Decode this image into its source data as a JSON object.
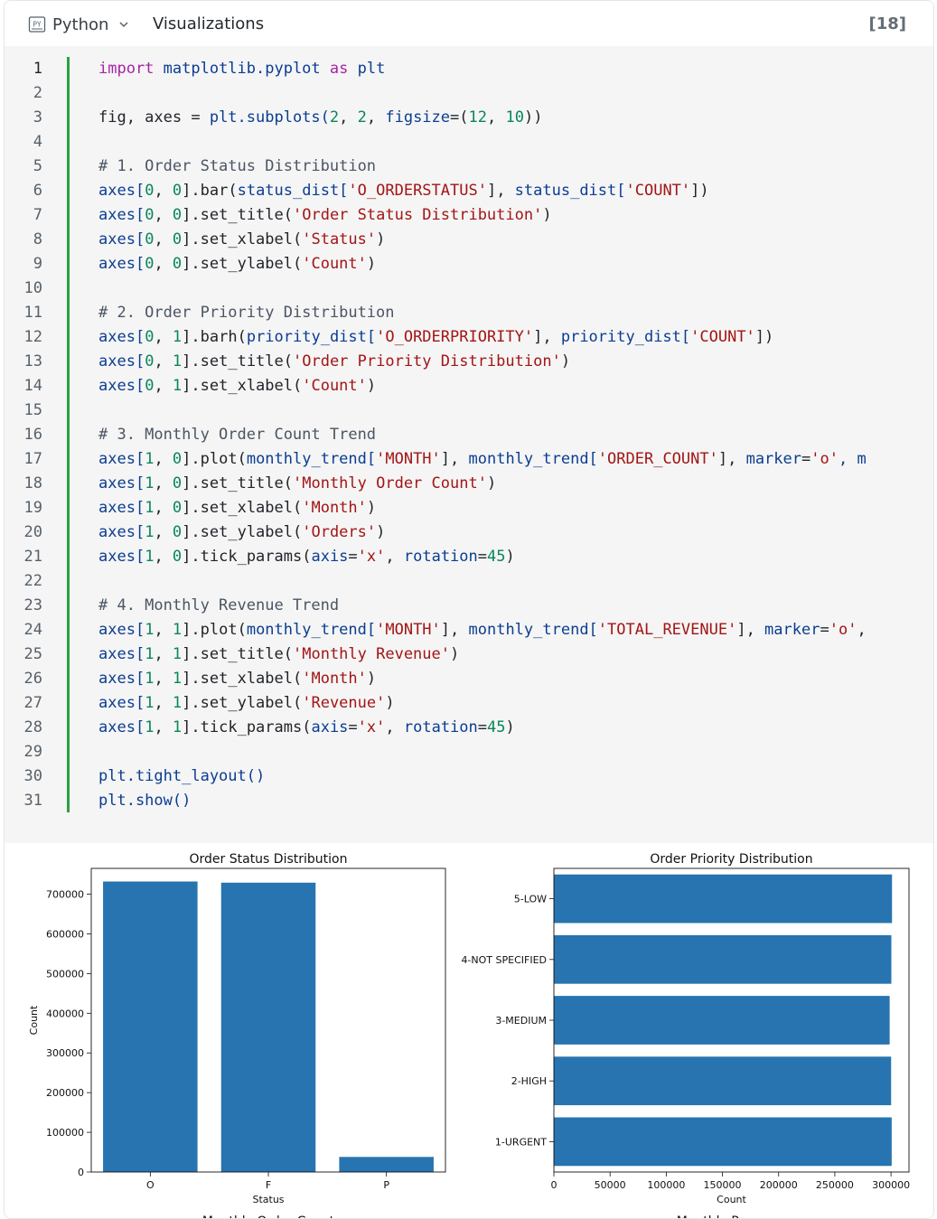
{
  "header": {
    "language": "Python",
    "section_title": "Visualizations",
    "execution_count": "[18]"
  },
  "code_lines": [
    {
      "n": "1",
      "tokens": [
        {
          "t": "import",
          "c": "kw"
        },
        {
          "t": " matplotlib.pyplot ",
          "c": "nm"
        },
        {
          "t": "as",
          "c": "kw"
        },
        {
          "t": " plt",
          "c": "nm"
        }
      ]
    },
    {
      "n": "2",
      "tokens": []
    },
    {
      "n": "3",
      "tokens": [
        {
          "t": "fig, axes = ",
          "c": ""
        },
        {
          "t": "plt.subplots(",
          "c": "nm"
        },
        {
          "t": "2",
          "c": "nu"
        },
        {
          "t": ", ",
          "c": ""
        },
        {
          "t": "2",
          "c": "nu"
        },
        {
          "t": ", ",
          "c": ""
        },
        {
          "t": "figsize",
          "c": "nm"
        },
        {
          "t": "=(",
          "c": ""
        },
        {
          "t": "12",
          "c": "nu"
        },
        {
          "t": ", ",
          "c": ""
        },
        {
          "t": "10",
          "c": "nu"
        },
        {
          "t": "))",
          "c": ""
        }
      ]
    },
    {
      "n": "4",
      "tokens": []
    },
    {
      "n": "5",
      "tokens": [
        {
          "t": "# 1. Order Status Distribution",
          "c": "cm"
        }
      ]
    },
    {
      "n": "6",
      "tokens": [
        {
          "t": "axes[",
          "c": "nm"
        },
        {
          "t": "0",
          "c": "nu"
        },
        {
          "t": ", ",
          "c": ""
        },
        {
          "t": "0",
          "c": "nu"
        },
        {
          "t": "].bar(",
          "c": ""
        },
        {
          "t": "status_dist[",
          "c": "nm"
        },
        {
          "t": "'O_ORDERSTATUS'",
          "c": "st"
        },
        {
          "t": "], ",
          "c": ""
        },
        {
          "t": "status_dist[",
          "c": "nm"
        },
        {
          "t": "'COUNT'",
          "c": "st"
        },
        {
          "t": "])",
          "c": ""
        }
      ]
    },
    {
      "n": "7",
      "tokens": [
        {
          "t": "axes[",
          "c": "nm"
        },
        {
          "t": "0",
          "c": "nu"
        },
        {
          "t": ", ",
          "c": ""
        },
        {
          "t": "0",
          "c": "nu"
        },
        {
          "t": "].set_title(",
          "c": ""
        },
        {
          "t": "'Order Status Distribution'",
          "c": "st"
        },
        {
          "t": ")",
          "c": ""
        }
      ]
    },
    {
      "n": "8",
      "tokens": [
        {
          "t": "axes[",
          "c": "nm"
        },
        {
          "t": "0",
          "c": "nu"
        },
        {
          "t": ", ",
          "c": ""
        },
        {
          "t": "0",
          "c": "nu"
        },
        {
          "t": "].set_xlabel(",
          "c": ""
        },
        {
          "t": "'Status'",
          "c": "st"
        },
        {
          "t": ")",
          "c": ""
        }
      ]
    },
    {
      "n": "9",
      "tokens": [
        {
          "t": "axes[",
          "c": "nm"
        },
        {
          "t": "0",
          "c": "nu"
        },
        {
          "t": ", ",
          "c": ""
        },
        {
          "t": "0",
          "c": "nu"
        },
        {
          "t": "].set_ylabel(",
          "c": ""
        },
        {
          "t": "'Count'",
          "c": "st"
        },
        {
          "t": ")",
          "c": ""
        }
      ]
    },
    {
      "n": "10",
      "tokens": []
    },
    {
      "n": "11",
      "tokens": [
        {
          "t": "# 2. Order Priority Distribution",
          "c": "cm"
        }
      ]
    },
    {
      "n": "12",
      "tokens": [
        {
          "t": "axes[",
          "c": "nm"
        },
        {
          "t": "0",
          "c": "nu"
        },
        {
          "t": ", ",
          "c": ""
        },
        {
          "t": "1",
          "c": "nu"
        },
        {
          "t": "].barh(",
          "c": ""
        },
        {
          "t": "priority_dist[",
          "c": "nm"
        },
        {
          "t": "'O_ORDERPRIORITY'",
          "c": "st"
        },
        {
          "t": "], ",
          "c": ""
        },
        {
          "t": "priority_dist[",
          "c": "nm"
        },
        {
          "t": "'COUNT'",
          "c": "st"
        },
        {
          "t": "])",
          "c": ""
        }
      ]
    },
    {
      "n": "13",
      "tokens": [
        {
          "t": "axes[",
          "c": "nm"
        },
        {
          "t": "0",
          "c": "nu"
        },
        {
          "t": ", ",
          "c": ""
        },
        {
          "t": "1",
          "c": "nu"
        },
        {
          "t": "].set_title(",
          "c": ""
        },
        {
          "t": "'Order Priority Distribution'",
          "c": "st"
        },
        {
          "t": ")",
          "c": ""
        }
      ]
    },
    {
      "n": "14",
      "tokens": [
        {
          "t": "axes[",
          "c": "nm"
        },
        {
          "t": "0",
          "c": "nu"
        },
        {
          "t": ", ",
          "c": ""
        },
        {
          "t": "1",
          "c": "nu"
        },
        {
          "t": "].set_xlabel(",
          "c": ""
        },
        {
          "t": "'Count'",
          "c": "st"
        },
        {
          "t": ")",
          "c": ""
        }
      ]
    },
    {
      "n": "15",
      "tokens": []
    },
    {
      "n": "16",
      "tokens": [
        {
          "t": "# 3. Monthly Order Count Trend",
          "c": "cm"
        }
      ]
    },
    {
      "n": "17",
      "tokens": [
        {
          "t": "axes[",
          "c": "nm"
        },
        {
          "t": "1",
          "c": "nu"
        },
        {
          "t": ", ",
          "c": ""
        },
        {
          "t": "0",
          "c": "nu"
        },
        {
          "t": "].plot(",
          "c": ""
        },
        {
          "t": "monthly_trend[",
          "c": "nm"
        },
        {
          "t": "'MONTH'",
          "c": "st"
        },
        {
          "t": "], ",
          "c": ""
        },
        {
          "t": "monthly_trend[",
          "c": "nm"
        },
        {
          "t": "'ORDER_COUNT'",
          "c": "st"
        },
        {
          "t": "], ",
          "c": ""
        },
        {
          "t": "marker",
          "c": "nm"
        },
        {
          "t": "=",
          "c": ""
        },
        {
          "t": "'o'",
          "c": "st"
        },
        {
          "t": ", m",
          "c": "nm"
        }
      ]
    },
    {
      "n": "18",
      "tokens": [
        {
          "t": "axes[",
          "c": "nm"
        },
        {
          "t": "1",
          "c": "nu"
        },
        {
          "t": ", ",
          "c": ""
        },
        {
          "t": "0",
          "c": "nu"
        },
        {
          "t": "].set_title(",
          "c": ""
        },
        {
          "t": "'Monthly Order Count'",
          "c": "st"
        },
        {
          "t": ")",
          "c": ""
        }
      ]
    },
    {
      "n": "19",
      "tokens": [
        {
          "t": "axes[",
          "c": "nm"
        },
        {
          "t": "1",
          "c": "nu"
        },
        {
          "t": ", ",
          "c": ""
        },
        {
          "t": "0",
          "c": "nu"
        },
        {
          "t": "].set_xlabel(",
          "c": ""
        },
        {
          "t": "'Month'",
          "c": "st"
        },
        {
          "t": ")",
          "c": ""
        }
      ]
    },
    {
      "n": "20",
      "tokens": [
        {
          "t": "axes[",
          "c": "nm"
        },
        {
          "t": "1",
          "c": "nu"
        },
        {
          "t": ", ",
          "c": ""
        },
        {
          "t": "0",
          "c": "nu"
        },
        {
          "t": "].set_ylabel(",
          "c": ""
        },
        {
          "t": "'Orders'",
          "c": "st"
        },
        {
          "t": ")",
          "c": ""
        }
      ]
    },
    {
      "n": "21",
      "tokens": [
        {
          "t": "axes[",
          "c": "nm"
        },
        {
          "t": "1",
          "c": "nu"
        },
        {
          "t": ", ",
          "c": ""
        },
        {
          "t": "0",
          "c": "nu"
        },
        {
          "t": "].tick_params(",
          "c": ""
        },
        {
          "t": "axis",
          "c": "nm"
        },
        {
          "t": "=",
          "c": ""
        },
        {
          "t": "'x'",
          "c": "st"
        },
        {
          "t": ", ",
          "c": ""
        },
        {
          "t": "rotation",
          "c": "nm"
        },
        {
          "t": "=",
          "c": ""
        },
        {
          "t": "45",
          "c": "nu"
        },
        {
          "t": ")",
          "c": ""
        }
      ]
    },
    {
      "n": "22",
      "tokens": []
    },
    {
      "n": "23",
      "tokens": [
        {
          "t": "# 4. Monthly Revenue Trend",
          "c": "cm"
        }
      ]
    },
    {
      "n": "24",
      "tokens": [
        {
          "t": "axes[",
          "c": "nm"
        },
        {
          "t": "1",
          "c": "nu"
        },
        {
          "t": ", ",
          "c": ""
        },
        {
          "t": "1",
          "c": "nu"
        },
        {
          "t": "].plot(",
          "c": ""
        },
        {
          "t": "monthly_trend[",
          "c": "nm"
        },
        {
          "t": "'MONTH'",
          "c": "st"
        },
        {
          "t": "], ",
          "c": ""
        },
        {
          "t": "monthly_trend[",
          "c": "nm"
        },
        {
          "t": "'TOTAL_REVENUE'",
          "c": "st"
        },
        {
          "t": "], ",
          "c": ""
        },
        {
          "t": "marker",
          "c": "nm"
        },
        {
          "t": "=",
          "c": ""
        },
        {
          "t": "'o'",
          "c": "st"
        },
        {
          "t": ",",
          "c": ""
        }
      ]
    },
    {
      "n": "25",
      "tokens": [
        {
          "t": "axes[",
          "c": "nm"
        },
        {
          "t": "1",
          "c": "nu"
        },
        {
          "t": ", ",
          "c": ""
        },
        {
          "t": "1",
          "c": "nu"
        },
        {
          "t": "].set_title(",
          "c": ""
        },
        {
          "t": "'Monthly Revenue'",
          "c": "st"
        },
        {
          "t": ")",
          "c": ""
        }
      ]
    },
    {
      "n": "26",
      "tokens": [
        {
          "t": "axes[",
          "c": "nm"
        },
        {
          "t": "1",
          "c": "nu"
        },
        {
          "t": ", ",
          "c": ""
        },
        {
          "t": "1",
          "c": "nu"
        },
        {
          "t": "].set_xlabel(",
          "c": ""
        },
        {
          "t": "'Month'",
          "c": "st"
        },
        {
          "t": ")",
          "c": ""
        }
      ]
    },
    {
      "n": "27",
      "tokens": [
        {
          "t": "axes[",
          "c": "nm"
        },
        {
          "t": "1",
          "c": "nu"
        },
        {
          "t": ", ",
          "c": ""
        },
        {
          "t": "1",
          "c": "nu"
        },
        {
          "t": "].set_ylabel(",
          "c": ""
        },
        {
          "t": "'Revenue'",
          "c": "st"
        },
        {
          "t": ")",
          "c": ""
        }
      ]
    },
    {
      "n": "28",
      "tokens": [
        {
          "t": "axes[",
          "c": "nm"
        },
        {
          "t": "1",
          "c": "nu"
        },
        {
          "t": ", ",
          "c": ""
        },
        {
          "t": "1",
          "c": "nu"
        },
        {
          "t": "].tick_params(",
          "c": ""
        },
        {
          "t": "axis",
          "c": "nm"
        },
        {
          "t": "=",
          "c": ""
        },
        {
          "t": "'x'",
          "c": "st"
        },
        {
          "t": ", ",
          "c": ""
        },
        {
          "t": "rotation",
          "c": "nm"
        },
        {
          "t": "=",
          "c": ""
        },
        {
          "t": "45",
          "c": "nu"
        },
        {
          "t": ")",
          "c": ""
        }
      ]
    },
    {
      "n": "29",
      "tokens": []
    },
    {
      "n": "30",
      "tokens": [
        {
          "t": "plt.tight_layout()",
          "c": "nm"
        }
      ]
    },
    {
      "n": "31",
      "tokens": [
        {
          "t": "plt.show()",
          "c": "nm"
        }
      ]
    }
  ],
  "colors": {
    "bar": "#2774b0",
    "gutter_active": "#2ea043",
    "code_background": "#f5f5f5"
  },
  "chart_data": [
    {
      "type": "bar",
      "title": "Order Status Distribution",
      "xlabel": "Status",
      "ylabel": "Count",
      "categories": [
        "O",
        "F",
        "P"
      ],
      "values": [
        732000,
        729000,
        38000
      ],
      "ylim": [
        0,
        765000
      ],
      "yticks": [
        0,
        100000,
        200000,
        300000,
        400000,
        500000,
        600000,
        700000
      ]
    },
    {
      "type": "bar",
      "orientation": "horizontal",
      "title": "Order Priority Distribution",
      "xlabel": "Count",
      "ylabel": "",
      "categories": [
        "1-URGENT",
        "2-HIGH",
        "3-MEDIUM",
        "4-NOT SPECIFIED",
        "5-LOW"
      ],
      "values": [
        300600,
        300100,
        298800,
        300300,
        300900
      ],
      "xlim": [
        0,
        316000
      ],
      "xticks": [
        0,
        50000,
        100000,
        150000,
        200000,
        250000,
        300000
      ]
    },
    {
      "type": "line",
      "title": "Monthly Order Count"
    },
    {
      "type": "line",
      "title": "Monthly Revenue"
    }
  ]
}
